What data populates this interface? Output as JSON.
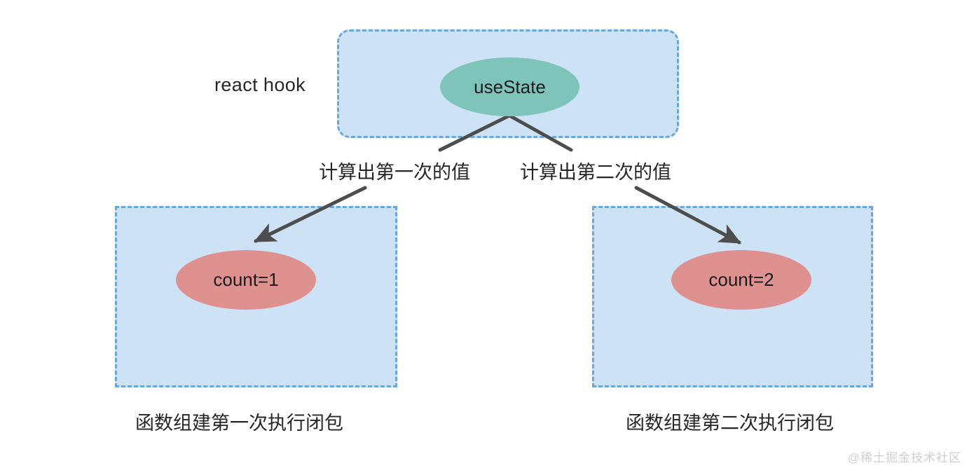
{
  "diagram": {
    "title": "react hook useState closure diagram",
    "colors": {
      "container_fill": "#cde3f5",
      "container_border": "#6aa7dd",
      "hook_node_fill": "#7ec4bb",
      "state_node_fill": "#df9190",
      "arrow": "#4d4d4d",
      "text": "#262626",
      "watermark": "#cfcfcf",
      "background": "#ffffff"
    },
    "containers": [
      {
        "id": "react-hook-box",
        "label": "react hook",
        "shape": "rounded-dashed-rect"
      },
      {
        "id": "first-closure-box",
        "label": "函数组建第一次执行闭包",
        "shape": "dashed-rect"
      },
      {
        "id": "second-closure-box",
        "label": "函数组建第二次执行闭包",
        "shape": "dashed-rect"
      }
    ],
    "nodes": [
      {
        "id": "usestate",
        "label": "useState",
        "shape": "ellipse",
        "fill": "#7ec4bb"
      },
      {
        "id": "count1",
        "label": "count=1",
        "shape": "ellipse",
        "fill": "#df9190"
      },
      {
        "id": "count2",
        "label": "count=2",
        "shape": "ellipse",
        "fill": "#df9190"
      }
    ],
    "edges": [
      {
        "id": "edge-first",
        "from": "usestate",
        "to": "count1",
        "label": "计算出第一次的值"
      },
      {
        "id": "edge-second",
        "from": "usestate",
        "to": "count2",
        "label": "计算出第二次的值"
      }
    ],
    "labels": {
      "react_hook": "react hook",
      "usestate": "useState",
      "count_first": "count=1",
      "count_second": "count=2",
      "edge_first": "计算出第一次的值",
      "edge_second": "计算出第二次的值",
      "caption_first": "函数组建第一次执行闭包",
      "caption_second": "函数组建第二次执行闭包"
    },
    "watermark": "@稀土掘金技术社区"
  }
}
